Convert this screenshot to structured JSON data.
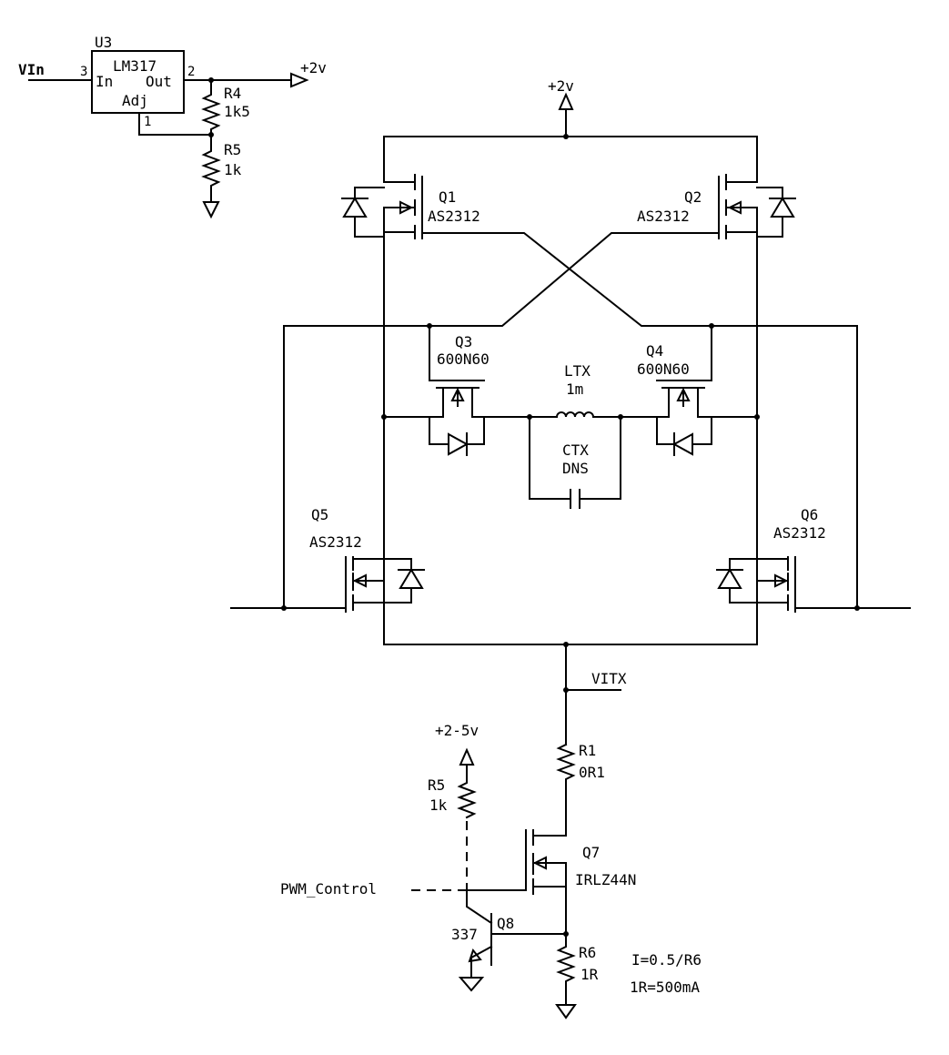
{
  "regulator": {
    "ref": "U3",
    "part": "LM317",
    "pin_in": "In",
    "pin_out": "Out",
    "pin_adj": "Adj",
    "pin3": "3",
    "pin2": "2",
    "pin1": "1"
  },
  "nets": {
    "vin": "VIn",
    "v2_a": "+2v",
    "v2_b": "+2v",
    "vitx": "VITX",
    "v2_5": "+2-5v",
    "pwm": "PWM_Control"
  },
  "resistors": {
    "r4": {
      "ref": "R4",
      "value": "1k5"
    },
    "r5a": {
      "ref": "R5",
      "value": "1k"
    },
    "r1": {
      "ref": "R1",
      "value": "0R1"
    },
    "r5b": {
      "ref": "R5",
      "value": "1k"
    },
    "r6": {
      "ref": "R6",
      "value": "1R"
    }
  },
  "transistors": {
    "q1": {
      "ref": "Q1",
      "part": "AS2312"
    },
    "q2": {
      "ref": "Q2",
      "part": "AS2312"
    },
    "q3": {
      "ref": "Q3",
      "part": "600N60"
    },
    "q4": {
      "ref": "Q4",
      "part": "600N60"
    },
    "q5": {
      "ref": "Q5",
      "part": "AS2312"
    },
    "q6": {
      "ref": "Q6",
      "part": "AS2312"
    },
    "q7": {
      "ref": "Q7",
      "part": "IRLZ44N"
    },
    "q8": {
      "ref": "Q8",
      "part": "337"
    }
  },
  "inductor": {
    "ref": "LTX",
    "value": "1m"
  },
  "capacitor": {
    "ref": "CTX",
    "value": "DNS"
  },
  "notes": {
    "line1": "I=0.5/R6",
    "line2": "1R=500mA"
  }
}
